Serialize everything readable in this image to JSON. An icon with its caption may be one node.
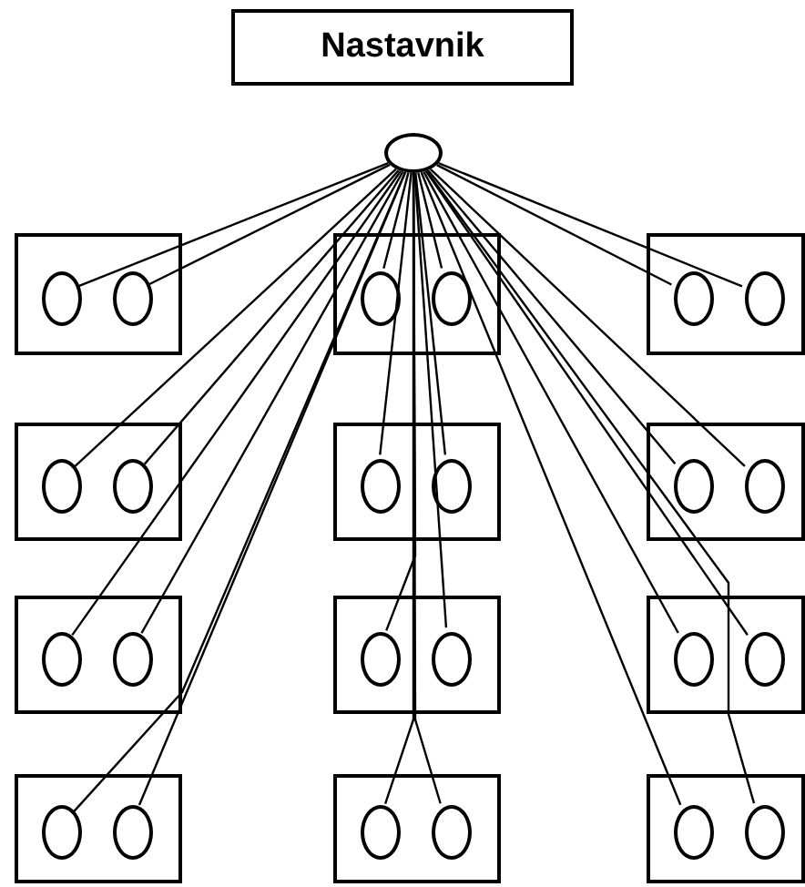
{
  "diagram": {
    "nodes": [
      {
        "text": [
          "Nastavnik"
        ]
      },
      {
        "text": [],
        "shape": "circle"
      },
      {
        "text": [],
        "shape": "box"
      },
      {
        "text": [],
        "shape": "circle",
        "in": 2
      },
      {
        "text": [],
        "shape": "circle",
        "in": 2
      },
      {
        "text": [],
        "shape": "box"
      },
      {
        "text": [],
        "shape": "circle",
        "in": 5
      },
      {
        "text": [],
        "shape": "circle",
        "in": 5
      },
      {
        "text": [],
        "shape": "box"
      },
      {
        "text": [],
        "shape": "circle",
        "in": 8
      },
      {
        "text": [],
        "shape": "circle",
        "in": 8
      },
      {
        "text": [],
        "shape": "box"
      },
      {
        "text": [],
        "shape": "circle",
        "in": 11
      },
      {
        "text": [],
        "shape": "circle",
        "in": 11
      },
      {
        "text": [],
        "shape": "box"
      },
      {
        "text": [],
        "shape": "circle",
        "in": 14
      },
      {
        "text": [],
        "shape": "circle",
        "in": 14
      },
      {
        "text": [],
        "shape": "box"
      },
      {
        "text": [],
        "shape": "circle",
        "in": 17
      },
      {
        "text": [],
        "shape": "circle",
        "in": 17
      },
      {
        "text": [],
        "shape": "box"
      },
      {
        "text": [],
        "shape": "circle",
        "in": 20
      },
      {
        "text": [],
        "shape": "circle",
        "in": 20
      },
      {
        "text": [],
        "shape": "box"
      },
      {
        "text": [],
        "shape": "circle",
        "in": 23
      },
      {
        "text": [],
        "shape": "circle",
        "in": 23
      },
      {
        "text": [],
        "shape": "box"
      },
      {
        "text": [],
        "shape": "circle",
        "in": 26
      },
      {
        "text": [],
        "shape": "circle",
        "in": 26
      },
      {
        "text": [],
        "shape": "box"
      },
      {
        "text": [],
        "shape": "circle",
        "in": 29
      },
      {
        "text": [],
        "shape": "circle",
        "in": 29
      },
      {
        "text": [],
        "shape": "box"
      },
      {
        "text": [],
        "shape": "circle",
        "in": 32
      },
      {
        "text": [],
        "shape": "circle",
        "in": 32
      },
      {
        "text": [],
        "shape": "box"
      },
      {
        "text": [],
        "shape": "circle",
        "in": 35
      },
      {
        "text": [],
        "shape": "circle",
        "in": 35
      }
    ],
    "edges": [
      {
        "from": 1,
        "to": 3,
        "arrow": "none"
      },
      {
        "from": 1,
        "to": 4,
        "arrow": "none"
      },
      {
        "from": 1,
        "to": 6,
        "arrow": "none"
      },
      {
        "from": 1,
        "to": 7,
        "arrow": "none"
      },
      {
        "from": 1,
        "to": 9,
        "arrow": "none"
      },
      {
        "from": 1,
        "to": 10,
        "arrow": "none"
      },
      {
        "from": 1,
        "to": 12,
        "arrow": "none"
      },
      {
        "from": 1,
        "to": 13,
        "arrow": "none"
      },
      {
        "from": 1,
        "to": 15,
        "arrow": "none"
      },
      {
        "from": 1,
        "to": 16,
        "arrow": "none"
      },
      {
        "from": 1,
        "to": 18,
        "arrow": "none"
      },
      {
        "from": 1,
        "to": 19,
        "arrow": "none"
      },
      {
        "from": 1,
        "to": 21,
        "arrow": "none"
      },
      {
        "from": 1,
        "to": 22,
        "arrow": "none"
      },
      {
        "from": 1,
        "to": 24,
        "arrow": "none"
      },
      {
        "from": 1,
        "to": 25,
        "arrow": "none"
      },
      {
        "from": 1,
        "to": 27,
        "arrow": "none"
      },
      {
        "from": 1,
        "to": 28,
        "arrow": "none"
      },
      {
        "from": 1,
        "to": 30,
        "arrow": "none"
      },
      {
        "from": 1,
        "to": 31,
        "arrow": "none"
      },
      {
        "from": 1,
        "to": 33,
        "arrow": "none"
      },
      {
        "from": 1,
        "to": 34,
        "arrow": "none"
      },
      {
        "from": 1,
        "to": 36,
        "arrow": "none"
      },
      {
        "from": 1,
        "to": 37,
        "arrow": "none"
      }
    ]
  }
}
